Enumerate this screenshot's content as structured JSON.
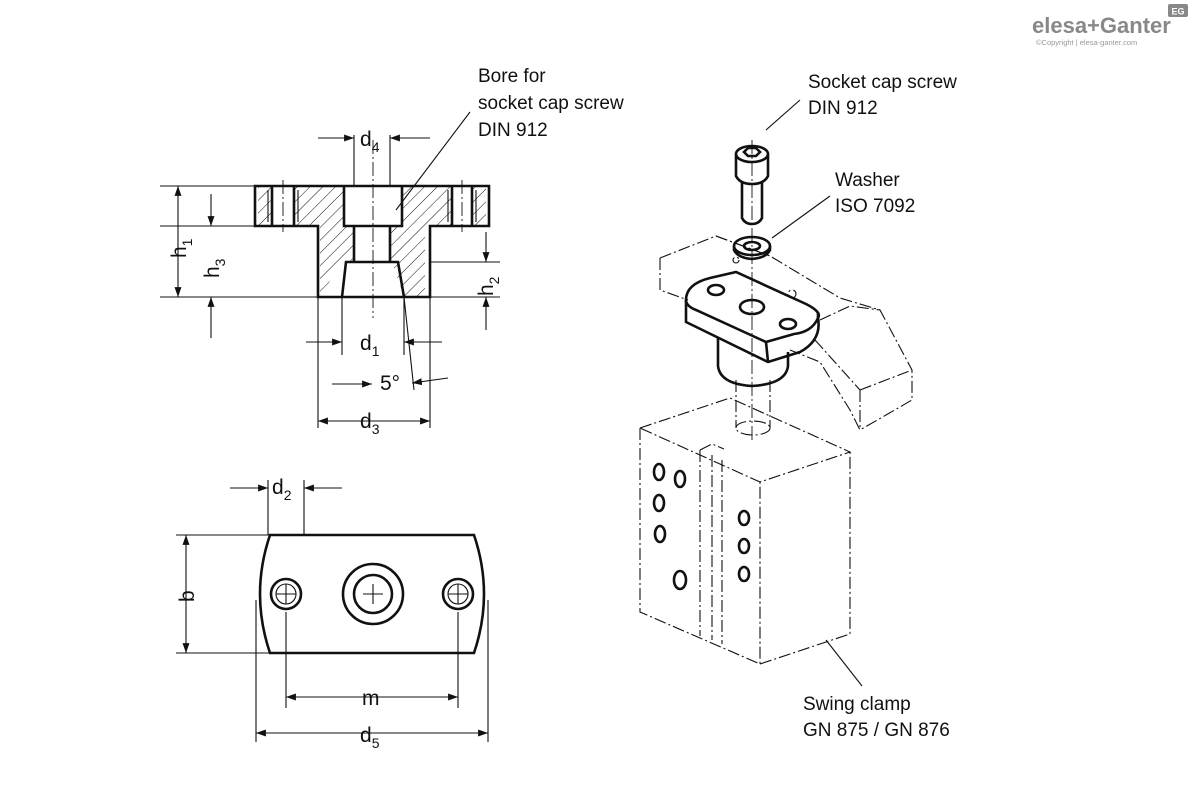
{
  "logo": {
    "brand": "elesa+Ganter",
    "badge": "EG",
    "copyright": "©Copyright | elesa-ganter.com"
  },
  "callouts": {
    "bore": [
      "Bore for",
      "socket cap screw",
      "DIN 912"
    ],
    "screw": [
      "Socket cap screw",
      "DIN 912"
    ],
    "washer": [
      "Washer",
      "ISO 7092"
    ],
    "clamp": [
      "Swing clamp",
      "GN 875 / GN 876"
    ]
  },
  "dimensions": {
    "d4": {
      "base": "d",
      "sub": "4"
    },
    "d1": {
      "base": "d",
      "sub": "1"
    },
    "d3": {
      "base": "d",
      "sub": "3"
    },
    "d2": {
      "base": "d",
      "sub": "2"
    },
    "d5": {
      "base": "d",
      "sub": "5"
    },
    "h1": {
      "base": "h",
      "sub": "1"
    },
    "h2": {
      "base": "h",
      "sub": "2"
    },
    "h3": {
      "base": "h",
      "sub": "3"
    },
    "angle": "5°",
    "b": "b",
    "m": "m"
  }
}
